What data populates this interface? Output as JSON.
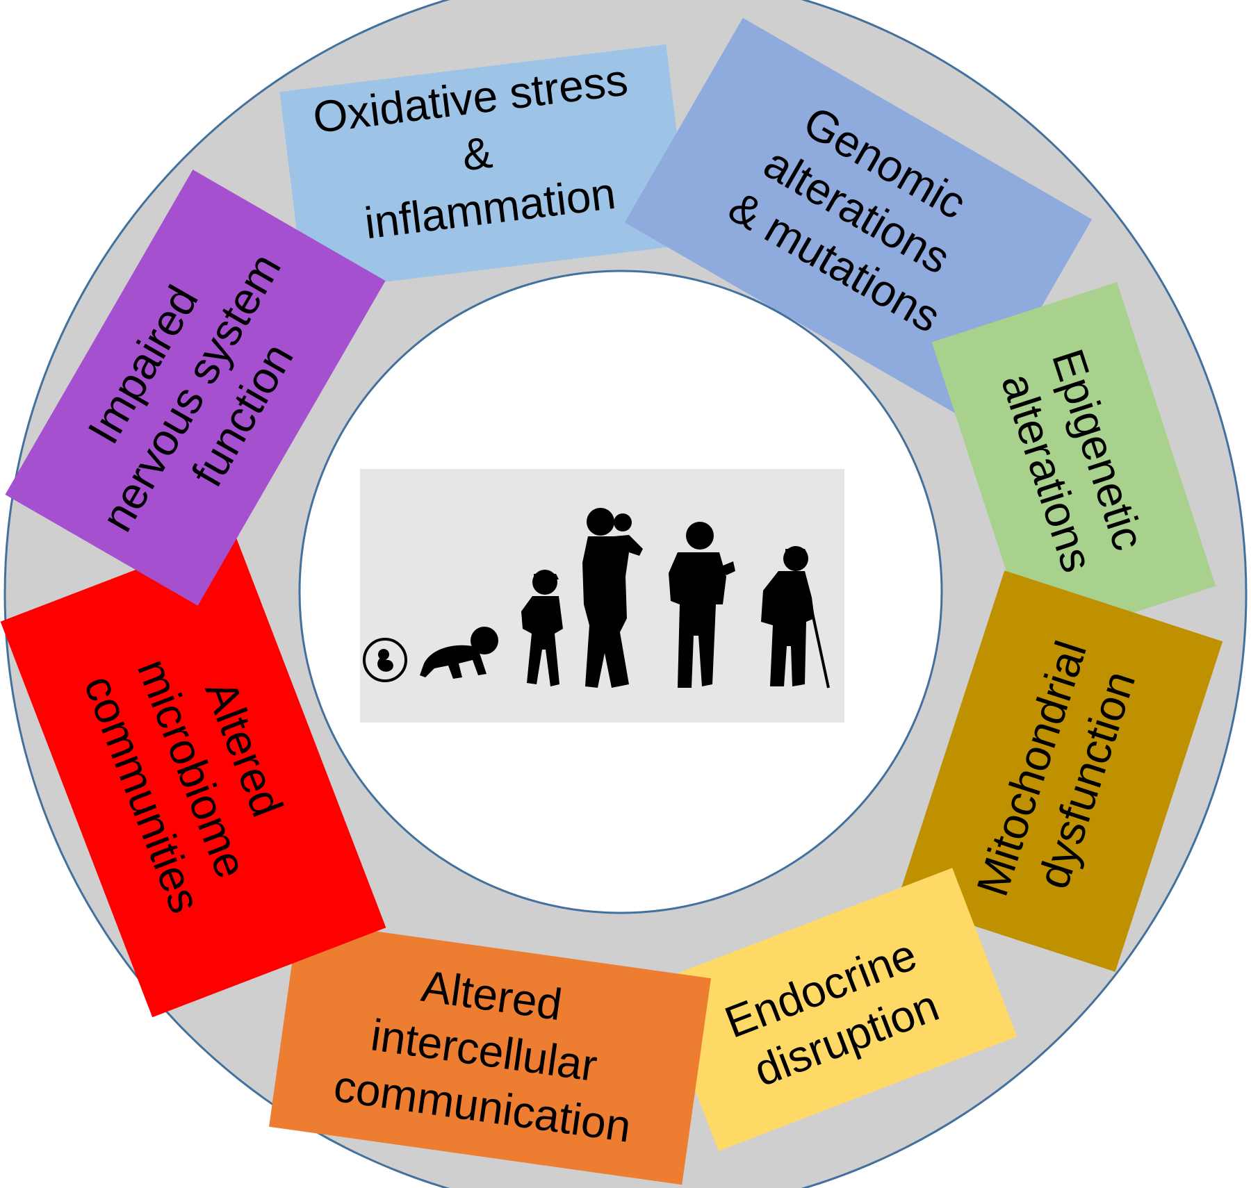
{
  "diagram": {
    "ring": {
      "fill": "#d0cfd0",
      "stroke": "#41719c",
      "center_fill": "#ffffff"
    },
    "center_panel": {
      "fill": "#e6e6e6",
      "figure_color": "#000000"
    },
    "boxes": [
      {
        "id": "oxidative",
        "lines": [
          "Oxidative stress",
          "&",
          "inflammation"
        ],
        "color": "#9dc3e6"
      },
      {
        "id": "genomic",
        "lines": [
          "Genomic",
          "alterations",
          "& mutations"
        ],
        "color": "#8faadc"
      },
      {
        "id": "epigenetic",
        "lines": [
          "Epigenetic",
          "alterations"
        ],
        "color": "#a9d18e"
      },
      {
        "id": "mitochondrial",
        "lines": [
          "Mitochondrial",
          "dysfunction"
        ],
        "color": "#bf9000"
      },
      {
        "id": "endocrine",
        "lines": [
          "Endocrine",
          "disruption"
        ],
        "color": "#ffd966"
      },
      {
        "id": "intercellular",
        "lines": [
          "Altered",
          "intercellular",
          "communication"
        ],
        "color": "#ed7d31"
      },
      {
        "id": "microbiome",
        "lines": [
          "Altered",
          "microbiome",
          "communities"
        ],
        "color": "#ff0000"
      },
      {
        "id": "nervous",
        "lines": [
          "Impaired",
          "nervous system",
          "function"
        ],
        "color": "#a550cf"
      }
    ]
  }
}
